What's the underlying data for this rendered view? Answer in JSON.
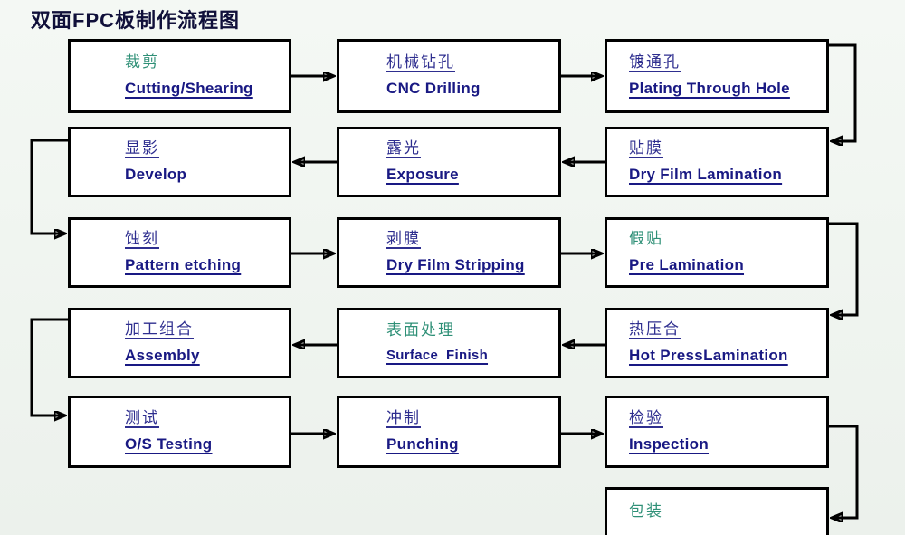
{
  "title": "双面FPC板制作流程图",
  "colors": {
    "chinese_label_green": "#2f9077",
    "chinese_label_navy": "#2e2e8f",
    "english_label_navy": "#191983",
    "box_border": "#000000",
    "box_fill": "#ffffff",
    "background": "#f1f5f1",
    "connector": "#000000"
  },
  "boxes": [
    {
      "zh": "裁剪",
      "en": "Cutting/Shearing"
    },
    {
      "zh": "机械钻孔",
      "en": "CNC Drilling"
    },
    {
      "zh": "镀通孔",
      "en": "Plating Through Hole"
    },
    {
      "zh": "显影",
      "en": "Develop"
    },
    {
      "zh": "露光",
      "en": "Exposure"
    },
    {
      "zh": "贴膜",
      "en": "Dry Film Lamination"
    },
    {
      "zh": "蚀刻",
      "en": "Pattern etching"
    },
    {
      "zh": "剥膜",
      "en": "Dry Film Stripping"
    },
    {
      "zh": "假贴",
      "en": "Pre Lamination"
    },
    {
      "zh": "加工组合",
      "en": "Assembly"
    },
    {
      "zh": "表面处理",
      "en": "Surface  Finish"
    },
    {
      "zh": "热压合",
      "en": "Hot PressLamination"
    },
    {
      "zh": "测试",
      "en": "O/S Testing"
    },
    {
      "zh": "冲制",
      "en": "Punching"
    },
    {
      "zh": "检验",
      "en": "Inspection"
    },
    {
      "zh": "包装",
      "en": ""
    }
  ],
  "process_sequence": [
    "裁剪 Cutting/Shearing",
    "机械钻孔 CNC Drilling",
    "镀通孔 Plating Through Hole",
    "贴膜 Dry Film Lamination",
    "露光 Exposure",
    "显影 Develop",
    "蚀刻 Pattern etching",
    "剥膜 Dry Film Stripping",
    "假贴 Pre Lamination",
    "热压合 Hot PressLamination",
    "表面处理 Surface Finish",
    "加工组合 Assembly",
    "测试 O/S Testing",
    "冲制 Punching",
    "检验 Inspection",
    "包装 Packaging"
  ]
}
